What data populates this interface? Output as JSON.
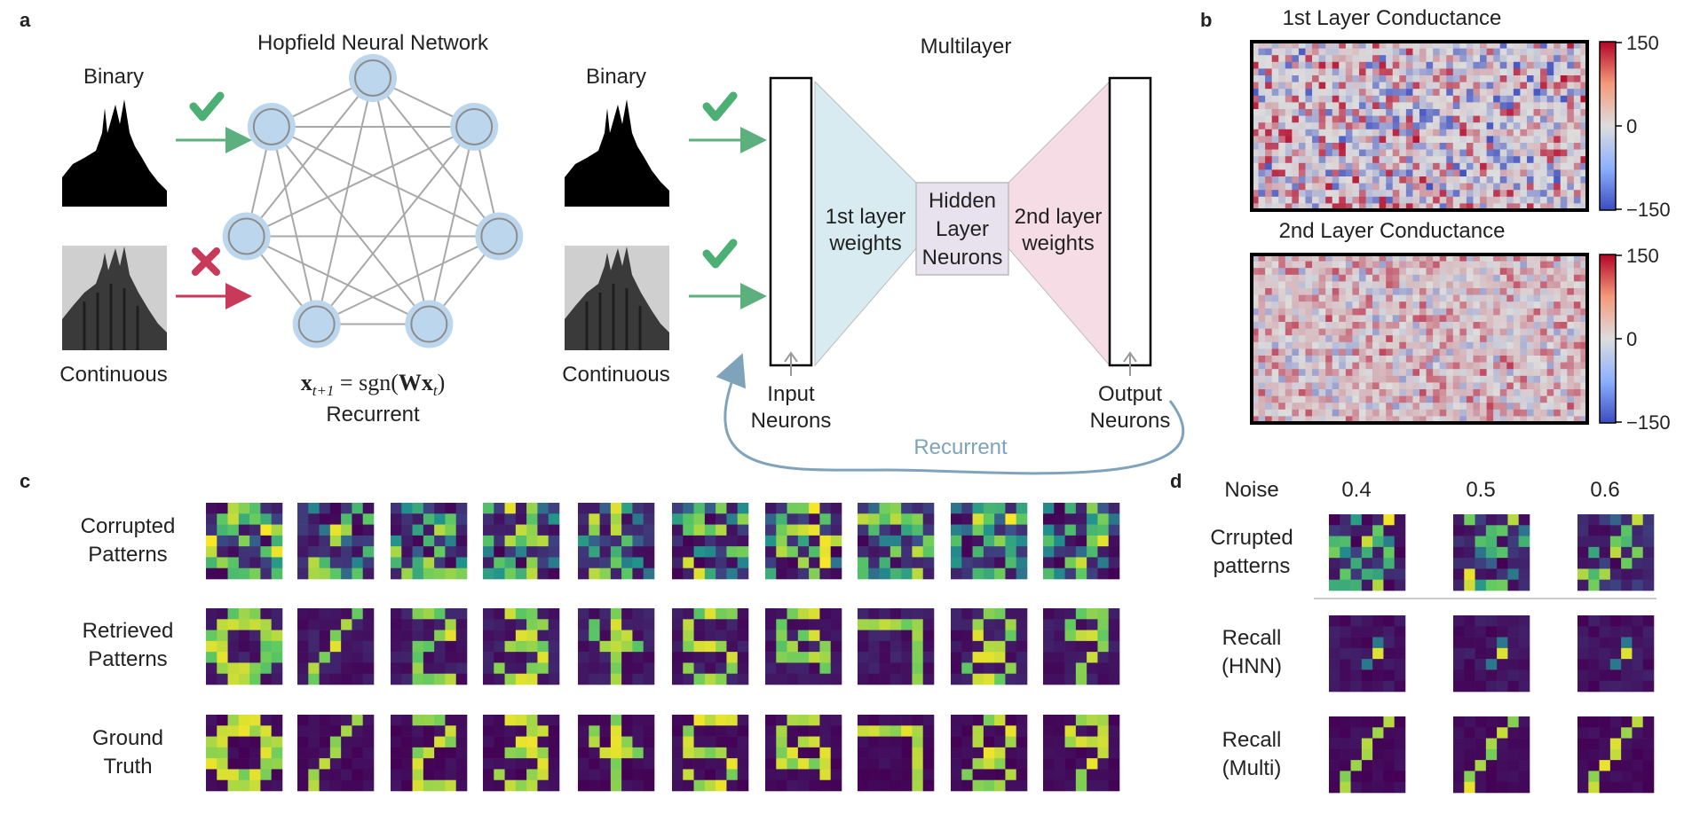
{
  "panels": {
    "a": "a",
    "b": "b",
    "c": "c",
    "d": "d"
  },
  "a": {
    "hnn_title": "Hopfield Neural Network",
    "binary": "Binary",
    "continuous": "Continuous",
    "equation": "x_{t+1} = sgn(W x_t)",
    "eq_x": "x",
    "eq_t1": "t+1",
    "eq_mid": " = sgn(",
    "eq_W": "Wx",
    "eq_t": "t",
    "eq_end": ")",
    "recurrent": "Recurrent",
    "multi_title": "Multilayer",
    "w1_line1": "1st layer",
    "w1_line2": "weights",
    "hidden_line1": "Hidden",
    "hidden_line2": "Layer",
    "hidden_line3": "Neurons",
    "w2_line1": "2nd layer",
    "w2_line2": "weights",
    "input_line1": "Input",
    "input_line2": "Neurons",
    "output_line1": "Output",
    "output_line2": "Neurons",
    "recurrent_arc": "Recurrent",
    "colors": {
      "node": "#bcd6ee",
      "check": "#4caf73",
      "cross": "#c8395a",
      "arrow_green": "#5cb07d",
      "arrow_red": "#c8395a",
      "w1": "#d8ebf1",
      "w2": "#f6dde5",
      "hidden": "#e8e2ee",
      "recurrent": "#7fa3bb"
    }
  },
  "b": {
    "heatmap1_title": "1st Layer Conductance",
    "heatmap2_title": "2nd Layer Conductance",
    "colorbar_ticks": [
      "150",
      "0",
      "−150"
    ],
    "colorbar_range": [
      -150,
      150
    ],
    "colormap": "coolwarm"
  },
  "c": {
    "row_labels": [
      [
        "Corrupted",
        "Patterns"
      ],
      [
        "Retrieved",
        "Patterns"
      ],
      [
        "Ground",
        "Truth"
      ]
    ],
    "digits": [
      0,
      1,
      2,
      3,
      4,
      5,
      6,
      7,
      8,
      9
    ],
    "colormap": "viridis"
  },
  "d": {
    "noise_label": "Noise",
    "noise_levels": [
      "0.4",
      "0.5",
      "0.6"
    ],
    "row_labels": [
      [
        "Crrupted",
        "patterns"
      ],
      [
        "Recall",
        "(HNN)"
      ],
      [
        "Recall",
        "(Multi)"
      ]
    ]
  }
}
